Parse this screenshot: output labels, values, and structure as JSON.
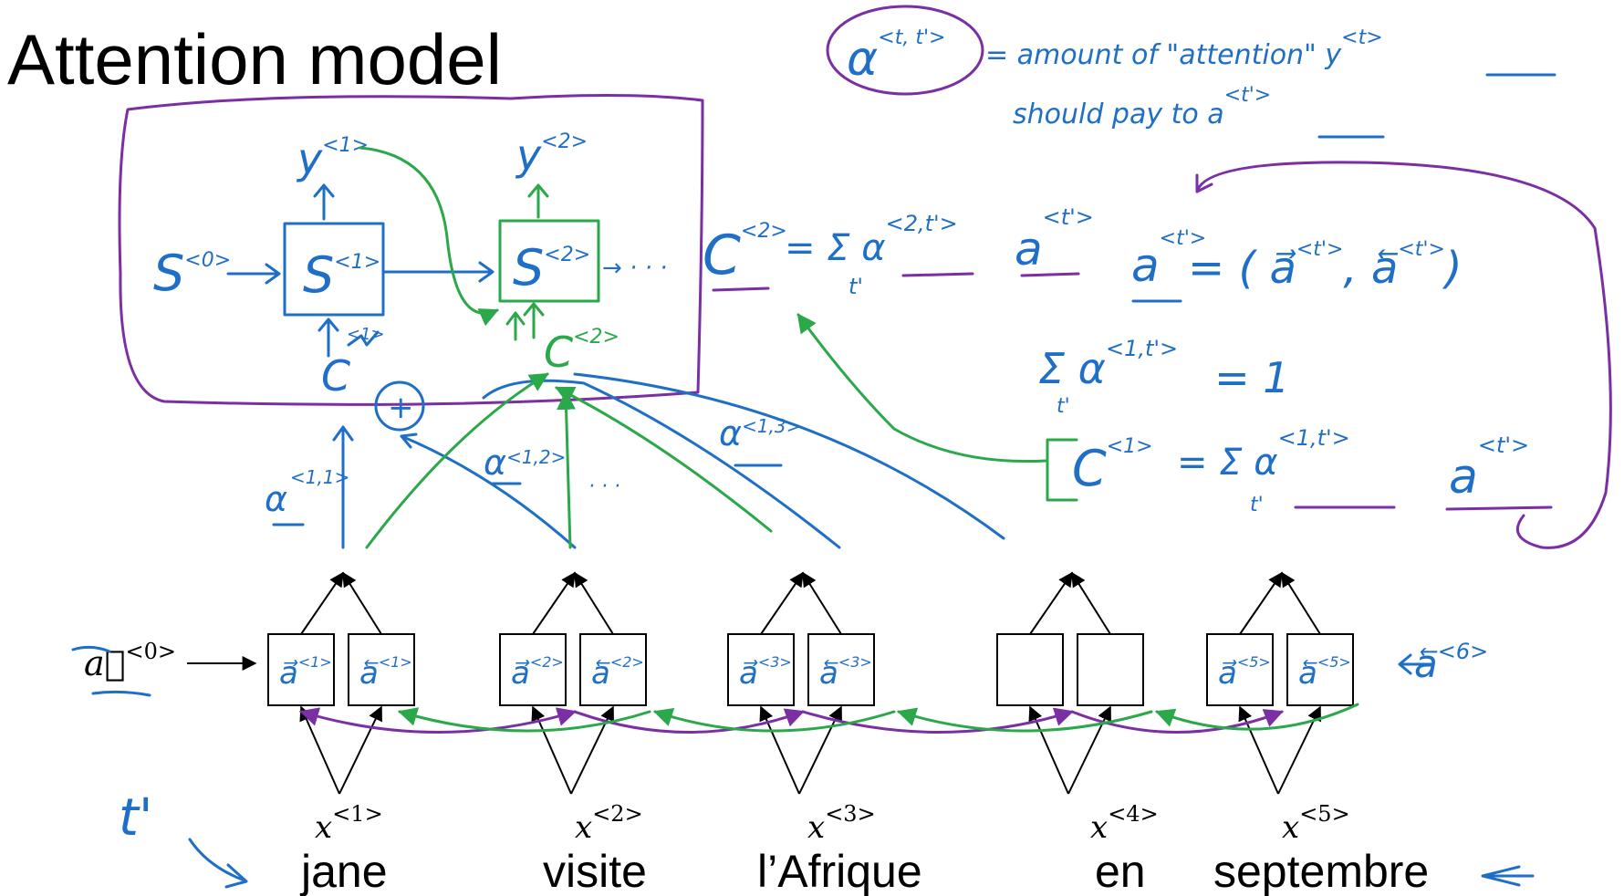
{
  "title": "Attention model",
  "inputs": [
    {
      "word": "jane",
      "x_label": "x",
      "x_sup": "<1>",
      "fwd": "a⃗",
      "fwd_sup": "<1>",
      "bwd": "a⃖",
      "bwd_sup": "<1>"
    },
    {
      "word": "visite",
      "x_label": "x",
      "x_sup": "<2>",
      "fwd": "a⃗",
      "fwd_sup": "<2>",
      "bwd": "a⃖",
      "bwd_sup": "<2>"
    },
    {
      "word": "l’Afrique",
      "x_label": "x",
      "x_sup": "<3>",
      "fwd": "a⃗",
      "fwd_sup": "<3>",
      "bwd": "a⃖",
      "bwd_sup": "<3>"
    },
    {
      "word": "en",
      "x_label": "x",
      "x_sup": "<4>",
      "fwd": "",
      "fwd_sup": "",
      "bwd": "",
      "bwd_sup": ""
    },
    {
      "word": "septembre",
      "x_label": "x",
      "x_sup": "<5>",
      "fwd": "a⃗",
      "fwd_sup": "<5>",
      "bwd": "a⃖",
      "bwd_sup": "<5>"
    }
  ],
  "a0": {
    "label": "a⃗",
    "sup": "<0>"
  },
  "a6": {
    "label": "a⃖",
    "sup": "<6>"
  },
  "decoder": {
    "s0": "S",
    "s0_sup": "<0>",
    "s1": "S",
    "s1_sup": "<1>",
    "s2": "S",
    "s2_sup": "<2>",
    "y1": "y",
    "y1_sup": "<1>",
    "y2": "y",
    "y2_sup": "<2>",
    "c": "C",
    "c_sup": "<1>",
    "c2": "C",
    "c2_sup": "<2>",
    "plus": "+",
    "ellipsis": "→ · · ·"
  },
  "attn_labels": {
    "a11": "α",
    "a11_sup": "<1,1>",
    "a12": "α",
    "a12_sup": "<1,2>",
    "a13": "α",
    "a13_sup": "<1,3>",
    "dots": "· · ·"
  },
  "notes": {
    "alpha_def": "α",
    "alpha_def_sup": "<t, t'>",
    "line1": "= amount   of   \"attention\"   y",
    "line1_sup": "<t>",
    "line2": "should   pay   to   a",
    "line2_sup": "<t'>",
    "c2_eq": "C",
    "c2_eq_sup": "<2>",
    "c2_eq_rhs": "= Σ α",
    "c2_eq_rhs_sup": "<2,t'>",
    "c2_eq_a": "a",
    "c2_eq_a_sup": "<t'>",
    "sum_sub": "t'",
    "a_def": "a",
    "a_def_sup": "<t'>",
    "a_def_rhs": "= ( a⃗",
    "a_def_rhs_sup": "<t'>",
    "a_def_rhs2": ",  a⃖",
    "a_def_rhs2_sup": "<t'>",
    "a_def_close": ")",
    "sum1": "Σ α",
    "sum1_sup": "<1,t'>",
    "sum1_eq": "= 1",
    "c1_eq": "C",
    "c1_eq_sup": "<1>",
    "c1_eq_rhs": "= Σ α",
    "c1_eq_rhs_sup": "<1,t'>",
    "c1_eq_a": "a",
    "c1_eq_a_sup": "<t'>",
    "tprime": "t'"
  },
  "colors": {
    "blue_ink": "#1f6fc6",
    "green_ink": "#2aa84a",
    "purple_ink": "#7a2fa3"
  }
}
